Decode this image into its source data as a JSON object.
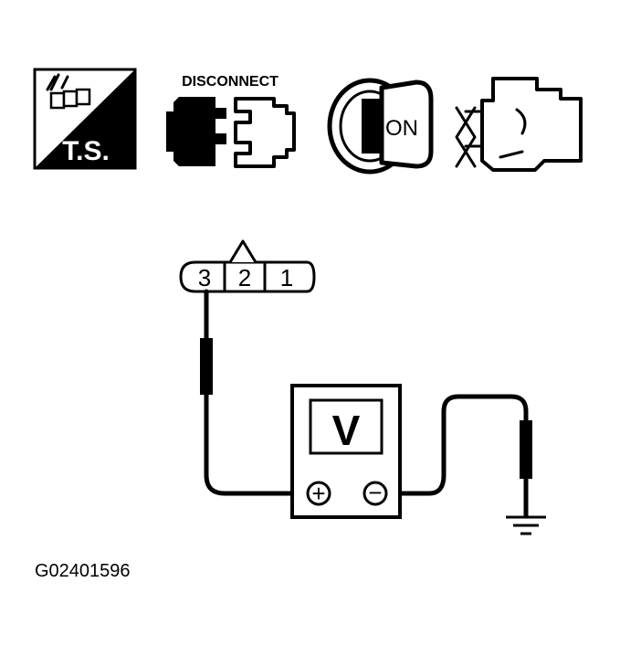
{
  "icons": {
    "ts_label": "T.S.",
    "disconnect_label": "DISCONNECT",
    "key_label": "ON"
  },
  "connector": {
    "pins": [
      "3",
      "2",
      "1"
    ]
  },
  "meter": {
    "display": "V",
    "positive": "+",
    "negative": "−"
  },
  "figure_code": "G02401596",
  "colors": {
    "ink": "#000000",
    "paper": "#ffffff"
  }
}
